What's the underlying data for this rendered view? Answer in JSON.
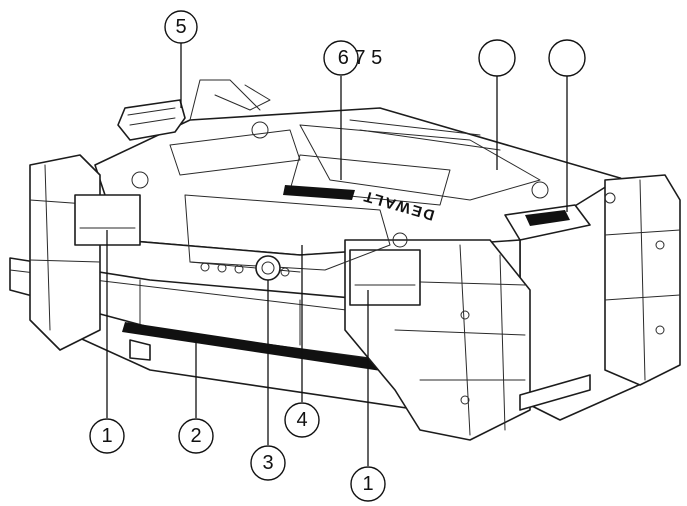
{
  "diagram": {
    "brand": "DEWALT",
    "callouts": [
      {
        "id": "c5-top",
        "label": "5"
      },
      {
        "id": "c675",
        "label": "6 7 5"
      },
      {
        "id": "c-blank-a",
        "label": ""
      },
      {
        "id": "c-blank-b",
        "label": ""
      },
      {
        "id": "c1-left",
        "label": "1"
      },
      {
        "id": "c2",
        "label": "2"
      },
      {
        "id": "c3",
        "label": "3"
      },
      {
        "id": "c4",
        "label": "4"
      },
      {
        "id": "c1-right",
        "label": "1"
      }
    ]
  }
}
